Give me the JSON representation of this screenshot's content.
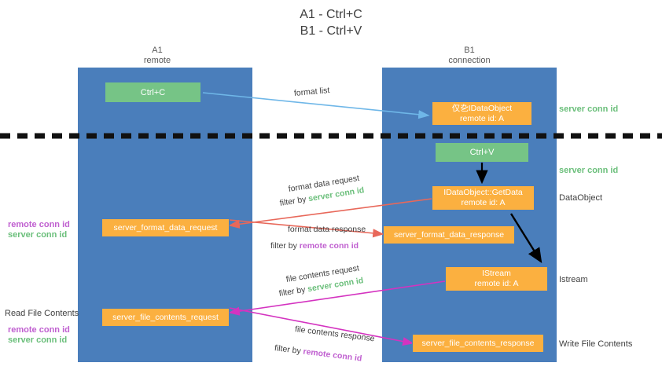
{
  "title": {
    "line1": "A1 - Ctrl+C",
    "line2": "B1 - Ctrl+V"
  },
  "colors": {
    "lane": "#4a7ebb",
    "green_box": "#76c486",
    "orange_box": "#fbb040",
    "server_conn_green": "#6bbf7b",
    "remote_conn_purple": "#c060d0",
    "arrow_red": "#e8685a",
    "arrow_magenta": "#d433c0",
    "arrow_blue": "#6fb7e8",
    "arrow_black": "#000000",
    "text_gray": "#3f3f3f",
    "background": "#ffffff"
  },
  "lanes": [
    {
      "id": "a1",
      "title": "A1",
      "subtitle": "remote"
    },
    {
      "id": "b1",
      "title": "B1",
      "subtitle": "connection"
    }
  ],
  "boxes": {
    "ctrl_c": {
      "label": "Ctrl+C"
    },
    "ctrl_v": {
      "label": "Ctrl+V"
    },
    "idataobject_top": {
      "line1": "仅㐇IDataObject",
      "line2": "remote id: A"
    },
    "idataobject_getdata": {
      "line1": "IDataObject::GetData",
      "line2": "remote id: A"
    },
    "istream": {
      "line1": "IStream",
      "line2": "remote id: A"
    },
    "server_format_data_request": {
      "label": "server_format_data_request"
    },
    "server_format_data_response": {
      "label": "server_format_data_response"
    },
    "server_file_contents_request": {
      "label": "server_file_contents_request"
    },
    "server_file_contents_response": {
      "label": "server_file_contents_response"
    }
  },
  "annotations": {
    "format_list": "format list",
    "format_data_request": "format data request",
    "format_data_request_filter_prefix": "filter by",
    "format_data_request_filter_value": "server conn id",
    "format_data_response": "format data response",
    "format_data_response_filter_prefix": "filter by",
    "format_data_response_filter_value": "remote conn id",
    "file_contents_request": "file contents request",
    "file_contents_request_filter_prefix": "filter by",
    "file_contents_request_filter_value": "server conn id",
    "file_contents_response": "file contents response",
    "file_contents_response_filter_prefix": "filter by",
    "file_contents_response_filter_value": "remote conn id"
  },
  "right_labels": {
    "server_conn_id_top": "server conn id",
    "server_conn_id_mid": "server conn id",
    "dataobject": "DataObject",
    "istream": "Istream",
    "write_file_contents": "Write File Contents"
  },
  "left_labels": {
    "remote_conn_id_1": "remote conn id",
    "server_conn_id_1": "server conn id",
    "read_file_contents": "Read File Contents",
    "remote_conn_id_2": "remote conn id",
    "server_conn_id_2": "server conn id"
  }
}
